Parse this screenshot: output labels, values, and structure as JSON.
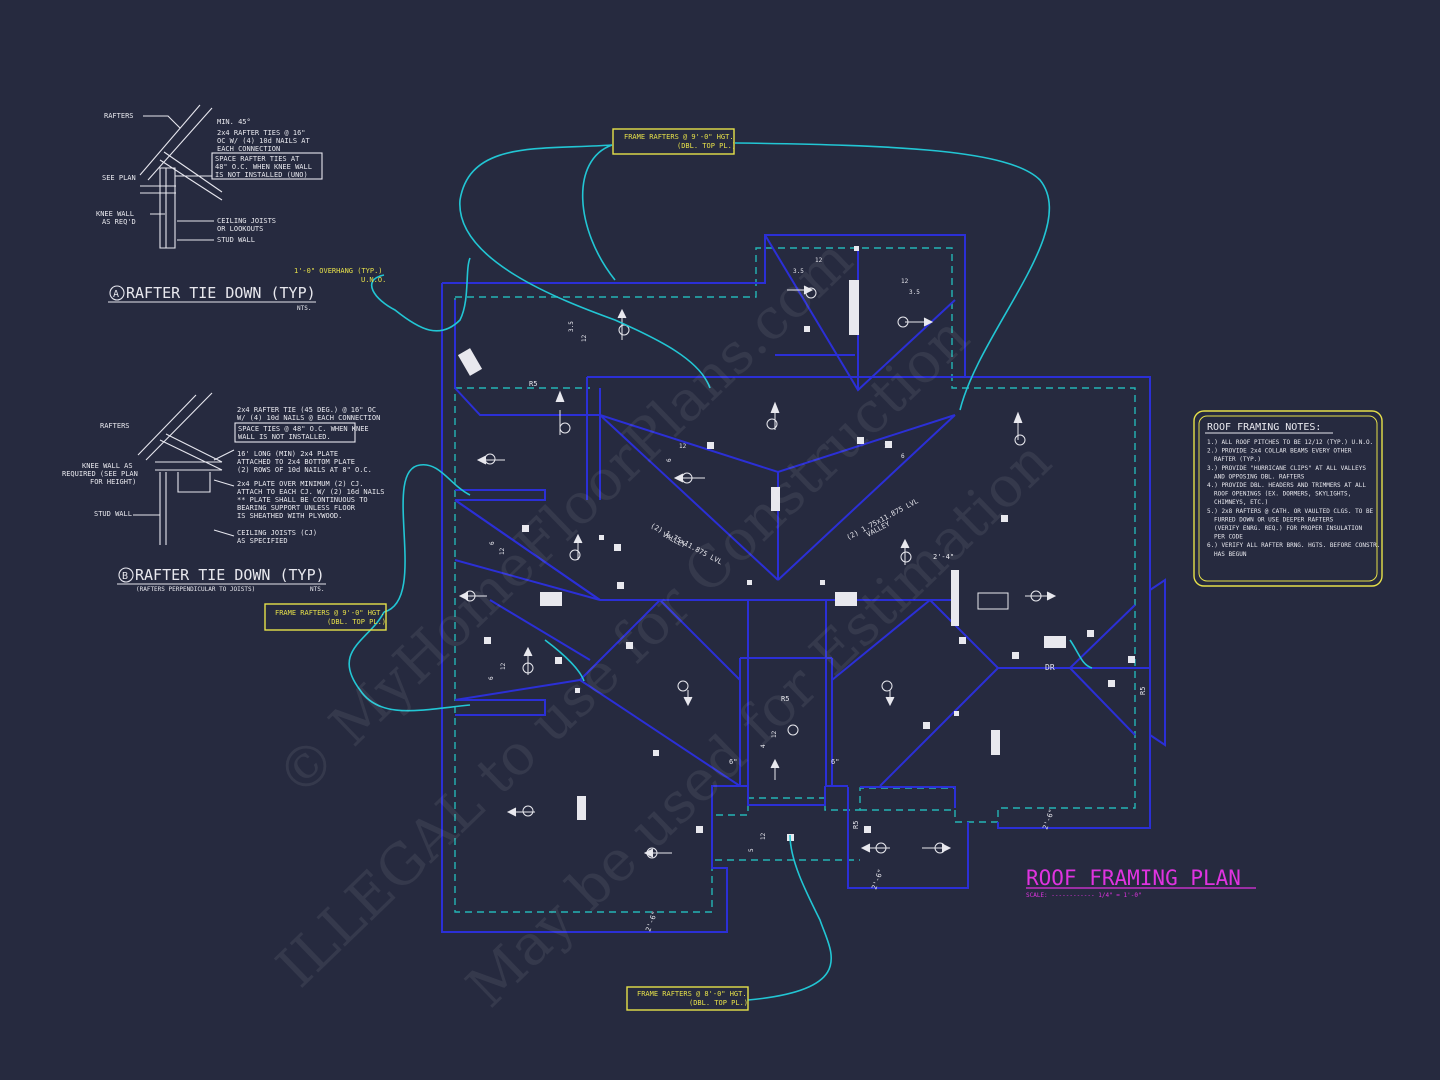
{
  "detail_a": {
    "title": "RAFTER TIE DOWN (TYP)",
    "marker": "A",
    "scale": "NTS.",
    "labels": {
      "rafters": "RAFTERS",
      "min45": "MIN. 45°",
      "ties1": "2x4 RAFTER TIES @ 16\"",
      "ties2": "OC W/ (4) 10d NAILS AT",
      "ties3": "EACH CONNECTION",
      "box1": "SPACE RAFTER TIES AT",
      "box2": "48\" O.C. WHEN KNEE WALL",
      "box3": "IS NOT INSTALLED (UNO)",
      "see_plan": "SEE PLAN",
      "knee1": "KNEE WALL",
      "knee2": "AS REQ'D",
      "ceil1": "CEILING JOISTS",
      "ceil2": "OR LOOKOUTS",
      "stud": "STUD WALL"
    }
  },
  "detail_b": {
    "title": "RAFTER TIE DOWN (TYP)",
    "marker": "B",
    "scale": "NTS.",
    "subtitle": "(RAFTERS PERPENDICULAR TO JOISTS)",
    "labels": {
      "rafters": "RAFTERS",
      "tie1": "2x4 RAFTER TIE (45 DEG.) @ 16\" OC",
      "tie2": "W/ (4) 10d NAILS @ EACH CONNECTION",
      "box1": "SPACE TIES @ 48\" O.C. WHEN KNEE",
      "box2": "WALL IS NOT INSTALLED.",
      "plate1": "16' LONG (MIN) 2x4 PLATE",
      "plate2": "ATTACHED TO 2x4 BOTTOM PLATE",
      "plate3": "(2) ROWS OF 10d NAILS AT 8\" O.C.",
      "plate4": "2x4 PLATE OVER MINIMUM (2) CJ.",
      "plate5": "ATTACH TO EACH CJ. W/ (2) 16d NAILS",
      "plate6": "** PLATE SHALL BE CONTINUOUS TO",
      "plate7": "BEARING SUPPORT UNLESS FLOOR",
      "plate8": "IS SHEATHED WITH PLYWOOD.",
      "cj1": "CEILING JOISTS (CJ)",
      "cj2": "AS SPECIFIED",
      "knee1": "KNEE WALL AS",
      "knee2": "REQUIRED (SEE PLAN",
      "knee3": "FOR HEIGHT)",
      "stud": "STUD WALL"
    }
  },
  "callouts": {
    "top": [
      "FRAME RAFTERS @ 9'-0\" HGT.",
      "(DBL. TOP PL.)"
    ],
    "left": [
      "FRAME RAFTERS @ 9'-0\" HGT.",
      "(DBL. TOP PL.)"
    ],
    "bottom": [
      "FRAME RAFTERS @ 8'-0\" HGT.",
      "(DBL. TOP PL.)"
    ],
    "overhang": [
      "1'-0\" OVERHANG (TYP.)",
      "U.N.O."
    ]
  },
  "plan_labels": {
    "valley": "(2) 1.75x11.875 LVL",
    "valley_word": "VALLEY",
    "r5": "R5",
    "dr": "DR",
    "pitch_12": "12",
    "pitch_6": "6",
    "pitch_35": "3.5",
    "pitch_4": "4",
    "pitch_5": "5",
    "dim_24": "2'-4\"",
    "dim_6": "6\"",
    "dim_26": "2'-6\""
  },
  "notes": {
    "title": "ROOF FRAMING NOTES:",
    "items": [
      "1.) ALL ROOF PITCHES TO BE 12/12 (TYP.) U.N.O.",
      "2.) PROVIDE 2x4 COLLAR BEAMS EVERY OTHER",
      "RAFTER (TYP.)",
      "3.) PROVIDE \"HURRICANE CLIPS\" AT ALL VALLEYS",
      "AND OPPOSING DBL. RAFTERS",
      "4.) PROVIDE DBL. HEADERS AND TRIMMERS AT ALL",
      "ROOF OPENINGS (EX. DORMERS, SKYLIGHTS,",
      "CHIMNEYS, ETC.)",
      "5.) 2x8 RAFTERS @ CATH. OR VAULTED CLGS. TO BE",
      "FURRED DOWN OR USE DEEPER RAFTERS",
      "(VERIFY ENRG. REQ.) FOR PROPER INSULATION",
      "PER CODE",
      "6.) VERIFY ALL RAFTER BRNG. HGTS. BEFORE CONSTR.",
      "HAS BEGUN"
    ]
  },
  "plan_title": {
    "title": "ROOF FRAMING PLAN",
    "scale": "SCALE: ------------ 1/4\" = 1'-0\""
  },
  "watermark": [
    "© MyHomeFloorPlans.com",
    "ILLEGAL to use for Construction",
    "May be used for Estimation"
  ],
  "colors": {
    "background": "#262a3f",
    "walls": "#2b2fd6",
    "eaves": "#23b5b5",
    "leaders": "#22c6d4",
    "callout_text": "#e6e04a",
    "title": "#e033e0"
  }
}
